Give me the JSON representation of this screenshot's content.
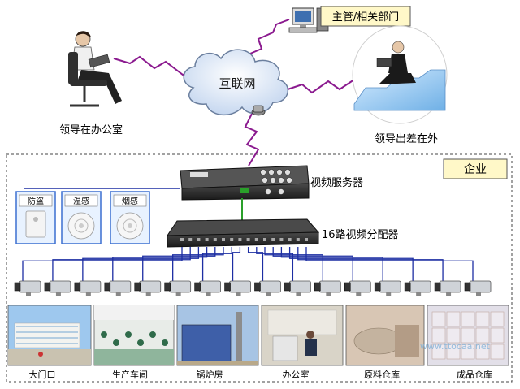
{
  "labels": {
    "manager_dept": "主管/相关部门",
    "internet": "互联网",
    "leader_office": "领导在办公室",
    "leader_travel": "领导出差在外",
    "enterprise": "企业",
    "video_server": "视频服务器",
    "video_distributor": "16路视频分配器"
  },
  "sensors": [
    {
      "label": "防盗",
      "type": "burglar"
    },
    {
      "label": "温感",
      "type": "temperature"
    },
    {
      "label": "烟感",
      "type": "smoke"
    }
  ],
  "camera_count": 16,
  "photos": [
    {
      "label": "大门口",
      "scene": "gate"
    },
    {
      "label": "生产车间",
      "scene": "workshop"
    },
    {
      "label": "锅炉房",
      "scene": "boiler"
    },
    {
      "label": "办公室",
      "scene": "office"
    },
    {
      "label": "原料仓库",
      "scene": "raw-warehouse"
    },
    {
      "label": "成品仓库",
      "scene": "product-warehouse"
    }
  ],
  "watermark": "www.ttocaa.net",
  "colors": {
    "wireless_link": "#8b1a8f",
    "cable": "#1d2ea3",
    "green_link": "#2aa02a",
    "label_box_fill": "#fff8c8",
    "sensor_box_fill": "#e8f2ff",
    "sensor_box_stroke": "#3b6fd0"
  }
}
